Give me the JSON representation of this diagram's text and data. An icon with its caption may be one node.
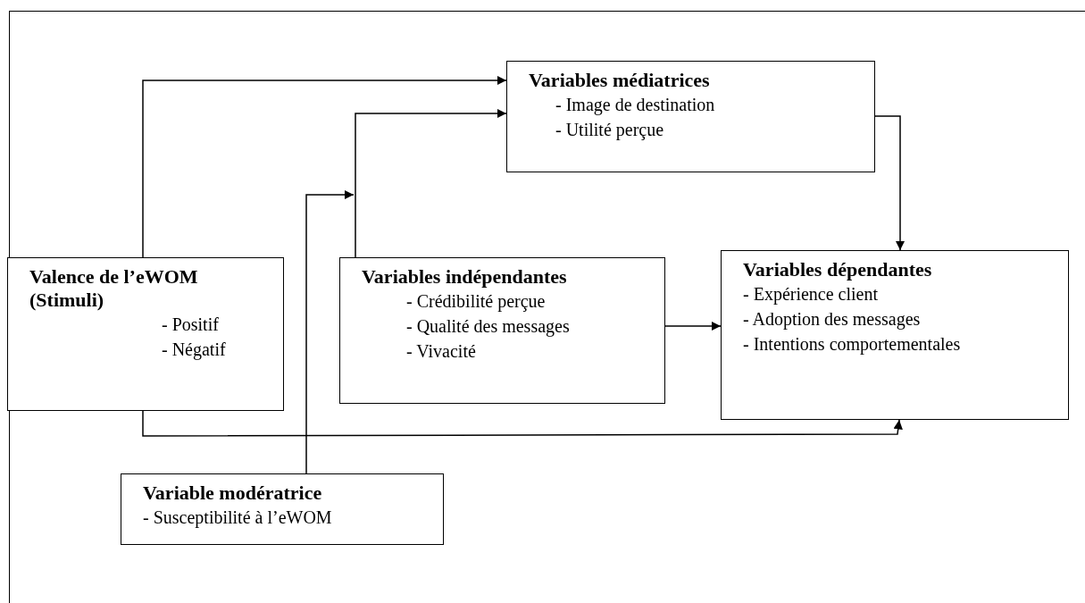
{
  "diagram": {
    "nodes": [
      {
        "text": [
          "Variables médiatrices",
          "- Image de destination",
          "- Utilité perçue"
        ]
      },
      {
        "text": [
          "Valence de l’eWOM (Stimuli)",
          "- Positif",
          "- Négatif"
        ]
      },
      {
        "text": [
          "Variables indépendantes",
          "- Crédibilité perçue",
          "- Qualité des messages",
          "- Vivacité"
        ]
      },
      {
        "text": [
          "Variables dépendantes",
          "- Expérience client",
          "- Adoption des messages",
          "- Intentions comportementales"
        ]
      },
      {
        "text": [
          "Variable modératrice",
          "- Susceptibilité à l’eWOM"
        ]
      }
    ],
    "edges": [
      {
        "from": 1,
        "to": 0,
        "arrow": "to"
      },
      {
        "from": 2,
        "to": 0,
        "arrow": "to"
      },
      {
        "from": 0,
        "to": 3,
        "arrow": "to"
      },
      {
        "from": 2,
        "to": 3,
        "arrow": "to"
      },
      {
        "from": 1,
        "to": 3,
        "arrow": "to"
      },
      {
        "from": 4,
        "to": null,
        "arrow": "to"
      }
    ]
  }
}
